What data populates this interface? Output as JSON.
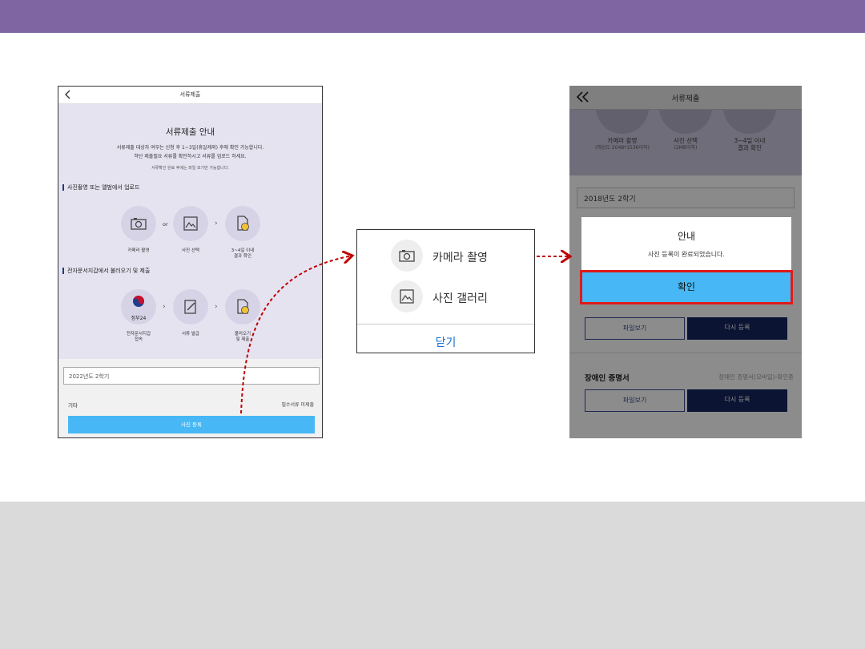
{
  "screen1": {
    "header_title": "서류제출",
    "heading": "서류제출 안내",
    "desc_line1": "서류제출 대상자 여부는 신청 후 1~3일(휴일제외) 후에 확인 가능합니다.",
    "desc_line2": "하단 제출필요 서류를 확인하시고 서류를 업로드 하세요.",
    "desc_line3": "서류확인 완료 후에는 파일 보기만 가능합니다.",
    "section1_title": "사진촬영 또는 앨범에서 업로드",
    "or": "or",
    "step_camera": "카메라 촬영",
    "step_photo": "사진 선택",
    "step_result": "3~4일 이내\n결과 확인",
    "section2_title": "전자문서지갑에서 불러오기 및 제출",
    "gov24_label": "정부24",
    "step_wallet": "전자문서지갑\n접속",
    "step_issue": "서류 발급",
    "step_submit": "불러오기\n및 제출",
    "select_value": "2022년도 2학기",
    "etc_label": "기타",
    "required_status": "필수서류 미제출",
    "register_button": "사진 등록"
  },
  "popup": {
    "camera_label": "카메라 촬영",
    "gallery_label": "사진 갤러리",
    "close_label": "닫기"
  },
  "screen3": {
    "header_title": "서류제출",
    "camera_label": "카메라 촬영",
    "camera_sub": "(해상도 2048*1536이하)",
    "photo_label": "사진 선택",
    "photo_sub": "(2MB이하)",
    "result_label": "3~4일 이내",
    "result_label2": "결과 확인",
    "select_value": "2018년도 2학기",
    "file_view": "파일보기",
    "re_register": "다시 등록",
    "doc_title": "장애인 증명서",
    "doc_sub": "장애인 증명서(모바일)-확인중",
    "dialog_title": "안내",
    "dialog_message": "사진 등록이 완료되었습니다.",
    "dialog_ok": "확인"
  },
  "colors": {
    "topbar": "#8065a3",
    "accent_blue": "#47b8f5",
    "highlight_red": "#e01a1a",
    "arrow_red": "#c00000"
  }
}
